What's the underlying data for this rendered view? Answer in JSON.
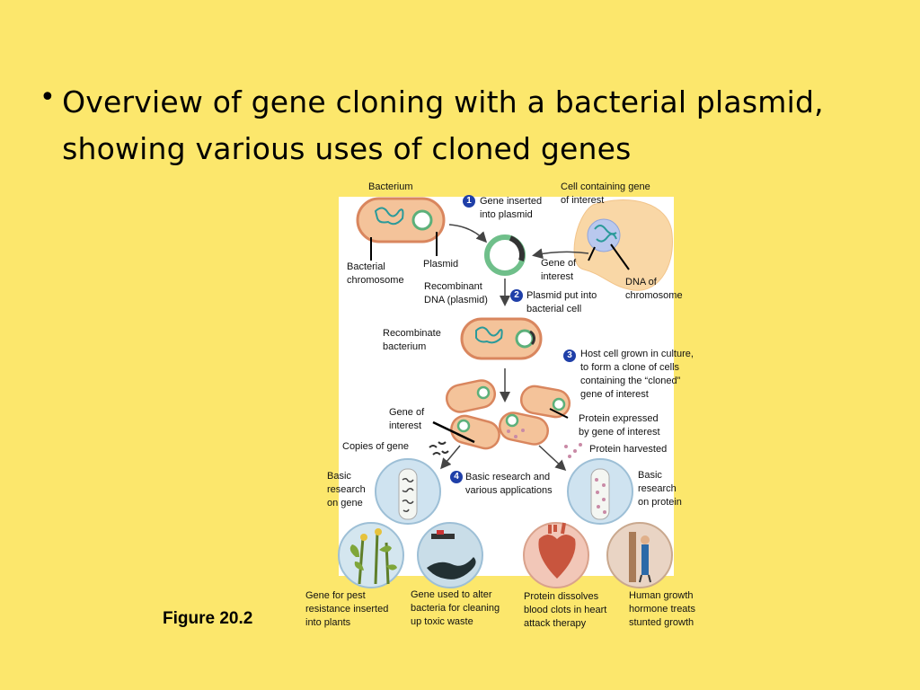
{
  "slide": {
    "bullet": "Overview of gene cloning with a bacterial plasmid, showing various uses of cloned genes",
    "figure_caption": "Figure 20.2"
  },
  "steps": [
    "1",
    "2",
    "3",
    "4"
  ],
  "labels": {
    "bacterium": "Bacterium",
    "cell_gene": "Cell containing gene\nof interest",
    "gene_inserted": "Gene inserted\ninto plasmid",
    "bacterial_chromosome": "Bacterial\nchromosome",
    "plasmid": "Plasmid",
    "gene_of_interest_1": "Gene of\ninterest",
    "dna_chromosome": "DNA of\nchromosome",
    "recombinant_dna": "Recombinant\nDNA (plasmid)",
    "plasmid_put": "Plasmid put into\nbacterial cell",
    "recombinate_bacterium": "Recombinate\nbacterium",
    "host_cell": "Host cell grown in culture,\nto form a clone of cells\ncontaining the “cloned”\ngene of interest",
    "gene_of_interest_2": "Gene of\ninterest",
    "protein_expressed": "Protein expressed\nby gene of interest",
    "copies_gene": "Copies of gene",
    "protein_harvested": "Protein harvested",
    "basic_gene": "Basic\nresearch\non gene",
    "basic_apps": "Basic research and\nvarious applications",
    "basic_protein": "Basic\nresearch\non protein",
    "pest": "Gene for pest\nresistance inserted\ninto plants",
    "waste": "Gene used to alter\nbacteria for cleaning\nup toxic waste",
    "clots": "Protein dissolves\nblood clots in heart\nattack therapy",
    "growth": "Human growth\nhormone treats\nstunted growth"
  }
}
